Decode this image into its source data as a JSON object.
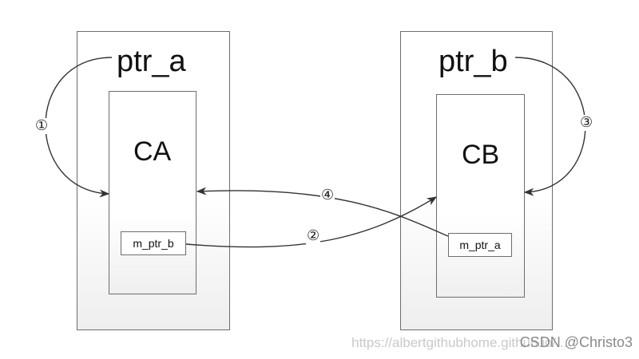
{
  "left_object": {
    "pointer_label": "ptr_a",
    "class_label": "CA",
    "member_label": "m_ptr_b"
  },
  "right_object": {
    "pointer_label": "ptr_b",
    "class_label": "CB",
    "member_label": "m_ptr_a"
  },
  "steps": [
    "①",
    "②",
    "③",
    "④"
  ],
  "watermark": {
    "url": "https://albertgithubhome.github.io/...",
    "brand": "CSDN @Christo3"
  }
}
